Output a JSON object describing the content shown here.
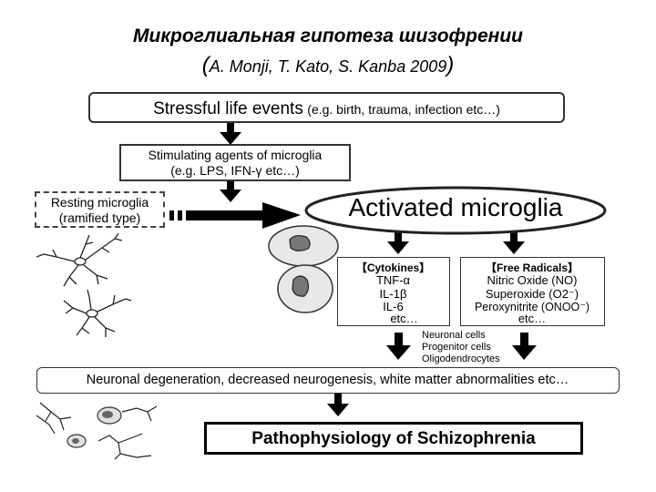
{
  "title": "Микроглиальная гипотеза шизофрении",
  "subtitle": {
    "open_paren": "(",
    "authors": "A. Monji, T. Kato, S. Kanba 2009",
    "close_paren": ")"
  },
  "nodes": {
    "stressful_events": {
      "main": "Stressful life events",
      "example": "(e.g. birth, trauma, infection etc…)"
    },
    "stimulating_agents": {
      "line1": "Stimulating agents of microglia",
      "line2": "(e.g. LPS, IFN-γ etc…)"
    },
    "resting_microglia": {
      "line1": "Resting microglia",
      "line2": "(ramified type)"
    },
    "activated_microglia": "Activated microglia",
    "cytokines": {
      "header": "【Cytokines】",
      "items": [
        "TNF-α",
        "IL-1β",
        "IL-6",
        "etc…"
      ]
    },
    "free_radicals": {
      "header": "【Free Radicals】",
      "items": [
        "Nitric Oxide (NO)",
        "Superoxide (O2⁻)",
        "Peroxynitrite (ONOO⁻)",
        "etc…"
      ]
    },
    "targets": [
      "Neuronal cells",
      "Progenitor cells",
      "Oligodendrocytes"
    ],
    "neuronal_degeneration": "Neuronal degeneration, decreased neurogenesis, white matter abnormalities etc…",
    "pathophysiology": "Pathophysiology of Schizophrenia"
  }
}
